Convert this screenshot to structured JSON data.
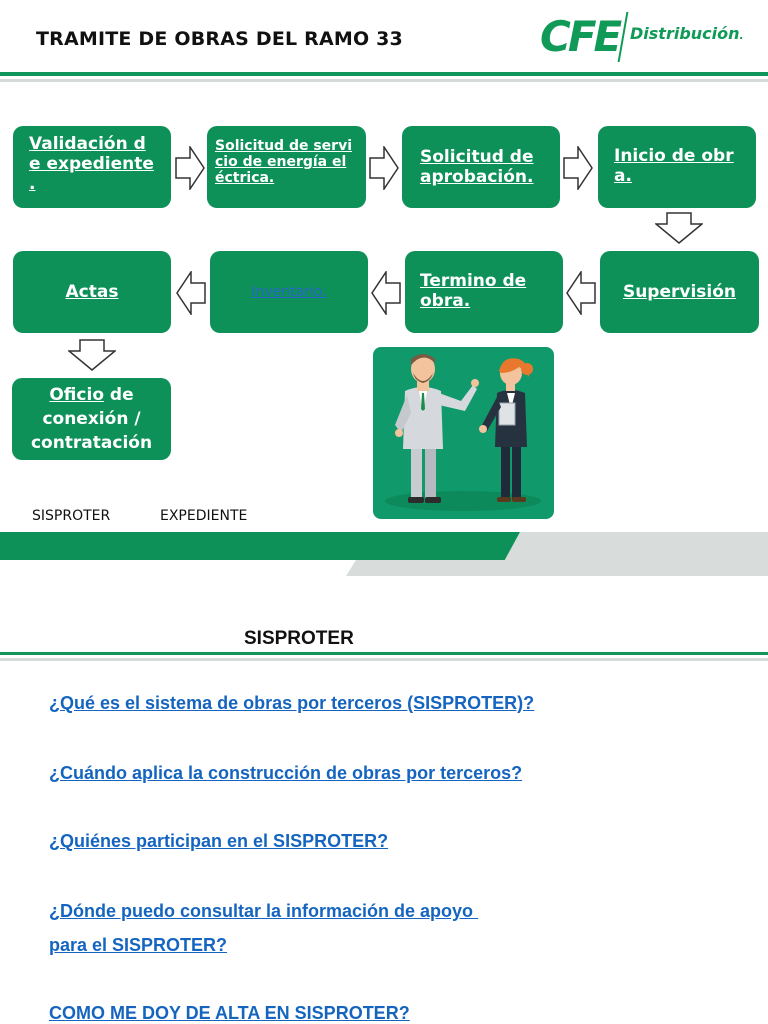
{
  "header": {
    "title": "TRAMITE DE OBRAS DEL RAMO 33",
    "logo_brand": "CFE",
    "logo_subtitle": "Distribución",
    "logo_mark": "."
  },
  "flow": {
    "step1": "Validación d e expediente .",
    "step2": "Solicitud de servi cio de energía el éctrica.",
    "step3": "Solicitud de aprobación.",
    "step4": "Inicio de obr a.",
    "step5": "Supervisión",
    "step6": "Termino de obra.",
    "step7": "Inventario.",
    "step8": "Actas",
    "step9_link": "Oficio",
    "step9_rest": "de conexión / contratación"
  },
  "labels": {
    "sisproter": "SISPROTER",
    "expediente": "EXPEDIENTE"
  },
  "faq": {
    "title": "SISPROTER",
    "q1": "¿Qué es el sistema de obras por terceros (SISPROTER)?",
    "q2": "¿Cuándo aplica la construcción de obras por terceros?",
    "q3": "¿Quiénes participan en el SISPROTER?",
    "q4_line1": "¿Dónde puedo consultar la información de apoyo ",
    "q4_line2": "para el SISPROTER?",
    "q5": "COMO ME DOY DE ALTA EN SISPROTER?"
  },
  "colors": {
    "brand_green": "#0d9159",
    "dark_green": "#0b6e42",
    "link_blue": "#1565c0",
    "inventario_blue": "#2a66c9"
  }
}
